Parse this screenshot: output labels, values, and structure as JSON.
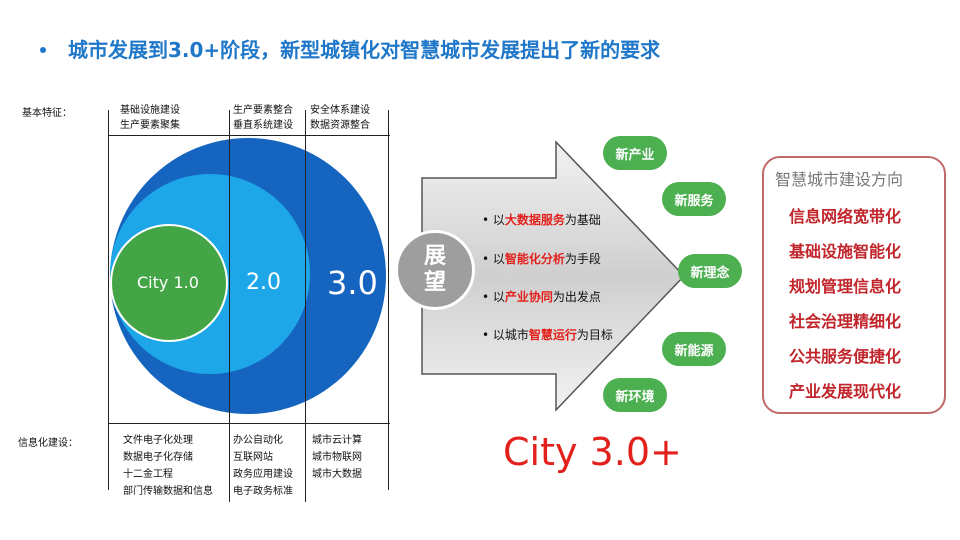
{
  "title": "城市发展到3.0+阶段，新型城镇化对智慧城市发展提出了新的要求",
  "basic_features": {
    "label": "基本特征：",
    "col1": [
      "基础设施建设",
      "生产要素聚集"
    ],
    "col2": [
      "生产要素整合",
      "垂直系统建设"
    ],
    "col3": [
      "安全体系建设",
      "数据资源整合"
    ]
  },
  "info_construction": {
    "label": "信息化建设：",
    "col1": [
      "文件电子化处理",
      "数据电子化存储",
      "十二金工程",
      "部门传输数据和信息"
    ],
    "col2": [
      "办公自动化",
      "互联网站",
      "政务应用建设",
      "电子政务标准"
    ],
    "col3": [
      "城市云计算",
      "城市物联网",
      "城市大数据"
    ]
  },
  "circles": {
    "c1": "City 1.0",
    "c2": "2.0",
    "c3": "3.0"
  },
  "outlook": {
    "line1": "展",
    "line2": "望"
  },
  "bullets": [
    {
      "prefix": "• 以",
      "highlight": "大数据服务",
      "suffix": "为基础"
    },
    {
      "prefix": "• 以",
      "highlight": "智能化分析",
      "suffix": "为手段"
    },
    {
      "prefix": "• 以",
      "highlight": "产业协同",
      "suffix": "为出发点"
    },
    {
      "prefix": "• 以城市",
      "highlight": "智慧运行",
      "suffix": "为目标"
    }
  ],
  "bubbles": [
    "新产业",
    "新服务",
    "新理念",
    "新能源",
    "新环境"
  ],
  "city_label": "City 3.0+",
  "directions": {
    "title": "智慧城市建设方向",
    "items": [
      "信息网络宽带化",
      "基础设施智能化",
      "规划管理信息化",
      "社会治理精细化",
      "公共服务便捷化",
      "产业发展现代化"
    ]
  },
  "colors": {
    "title": "#1f77c9",
    "circle_outer": "#1565c0",
    "circle_mid": "#1ea7e8",
    "circle_inner": "#43a545",
    "bubble": "#4caf50",
    "highlight": "#e3211c",
    "direction_text": "#c0262c"
  }
}
